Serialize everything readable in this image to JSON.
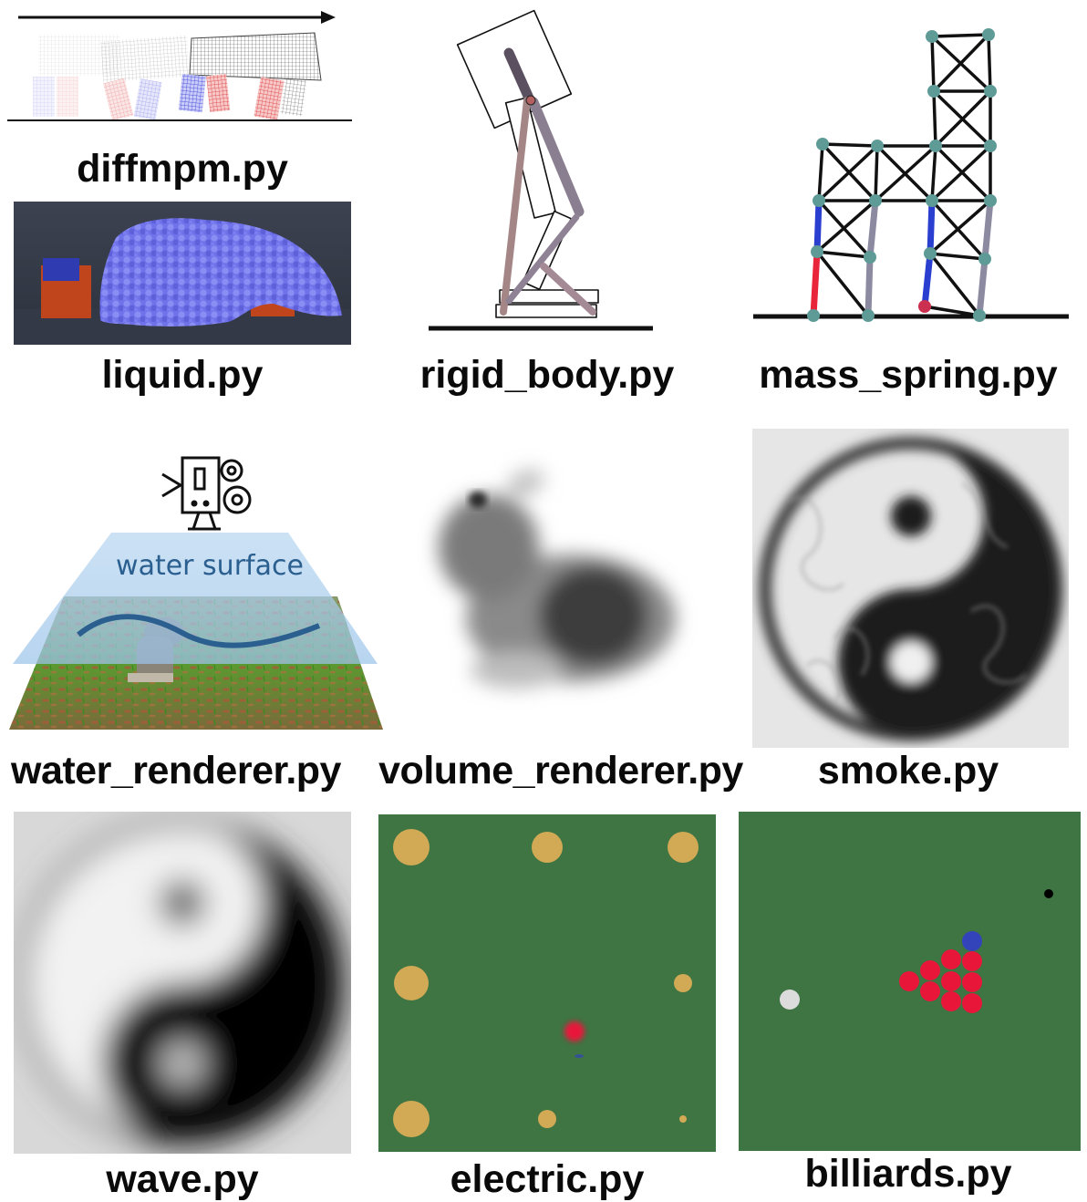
{
  "captions": {
    "diffmpm": "diffmpm.py",
    "liquid": "liquid.py",
    "rigid_body": "rigid_body.py",
    "mass_spring": "mass_spring.py",
    "water_renderer": "water_renderer.py",
    "volume_renderer": "volume_renderer.py",
    "smoke": "smoke.py",
    "wave": "wave.py",
    "electric": "electric.py",
    "billiards": "billiards.py"
  },
  "water_surface_text": "water surface",
  "colors": {
    "table_green": "#3f7443",
    "gold": "#d2aa55",
    "ball_red": "#e8173a",
    "ball_blue": "#3344bb",
    "liquid_blue": "#6f72e8",
    "spring_red": "#e8253a",
    "spring_blue": "#2a3fd0",
    "spring_gray": "#8c8aa0",
    "node_teal": "#5e9a96",
    "water_blue": "#2a5f8f"
  },
  "icons": {
    "arrow": "right-arrow-icon",
    "camera": "camera-icon"
  }
}
